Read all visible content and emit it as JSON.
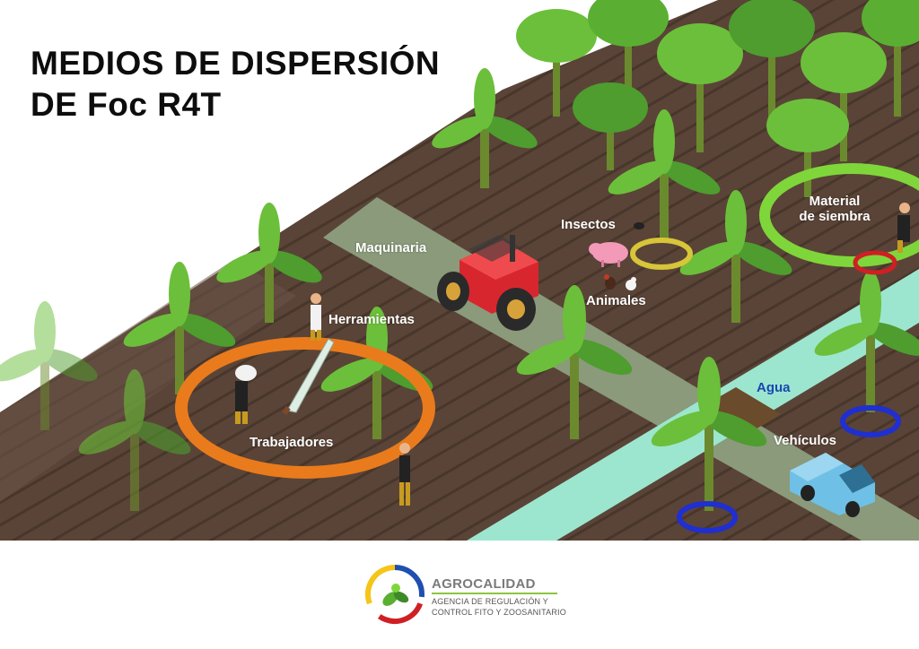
{
  "title": {
    "line1": "MEDIOS DE DISPERSIÓN",
    "line2": "DE Foc R4T"
  },
  "labels": {
    "maquinaria": "Maquinaria",
    "herramientas": "Herramientas",
    "trabajadores": "Trabajadores",
    "insectos": "Insectos",
    "animales": "Animales",
    "material_line1": "Material",
    "material_line2": "de siembra",
    "agua": "Agua",
    "vehiculos": "Vehículos"
  },
  "logo": {
    "name": "AGROCALIDAD",
    "subtitle_line1": "AGENCIA DE REGULACIÓN Y",
    "subtitle_line2": "CONTROL FITO Y ZOOSANITARIO"
  },
  "colors": {
    "soil": "#5a4437",
    "soil_dark": "#4a372c",
    "path": "#8a9a7a",
    "water": "#9ce6cf",
    "leaf": "#6cbf3a",
    "leaf_dark": "#3e8a28",
    "ring_orange": "#e97b1c",
    "ring_green": "#7fd63a",
    "ring_yellow": "#d7c53a",
    "ring_blue": "#1f2fd0",
    "ring_red": "#d01f24",
    "tractor": "#d8262f",
    "truck": "#6fc0e6"
  }
}
